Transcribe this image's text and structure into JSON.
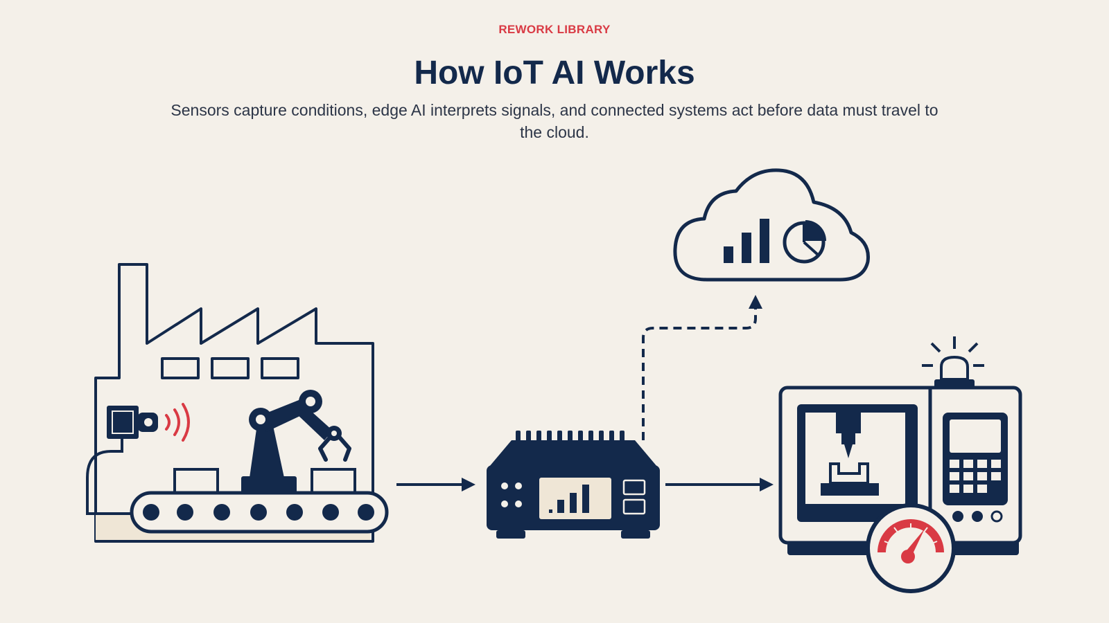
{
  "header": {
    "eyebrow": "REWORK LIBRARY",
    "title": "How IoT AI Works",
    "subtitle": "Sensors capture conditions, edge AI interprets signals, and connected systems act before data must travel to the cloud."
  },
  "diagram": {
    "stages": [
      {
        "id": "factory",
        "icon": "factory-with-sensor-and-robot-arm-icon"
      },
      {
        "id": "edge-device",
        "icon": "edge-gateway-icon"
      },
      {
        "id": "cloud",
        "icon": "cloud-analytics-icon"
      },
      {
        "id": "machine",
        "icon": "cnc-machine-icon"
      }
    ],
    "colors": {
      "navy": "#13294b",
      "accent": "#d93a44",
      "background": "#f4f0e9",
      "fill_light": "#efe6d6"
    }
  }
}
